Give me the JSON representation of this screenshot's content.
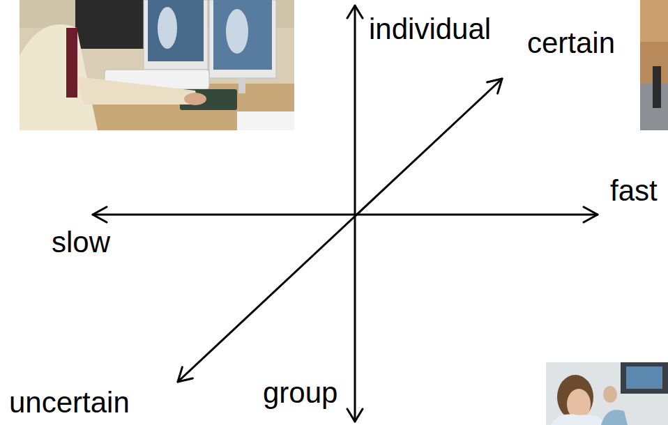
{
  "diagram": {
    "labels": [
      "individual",
      "certain",
      "fast",
      "slow",
      "uncertain",
      "group"
    ]
  }
}
